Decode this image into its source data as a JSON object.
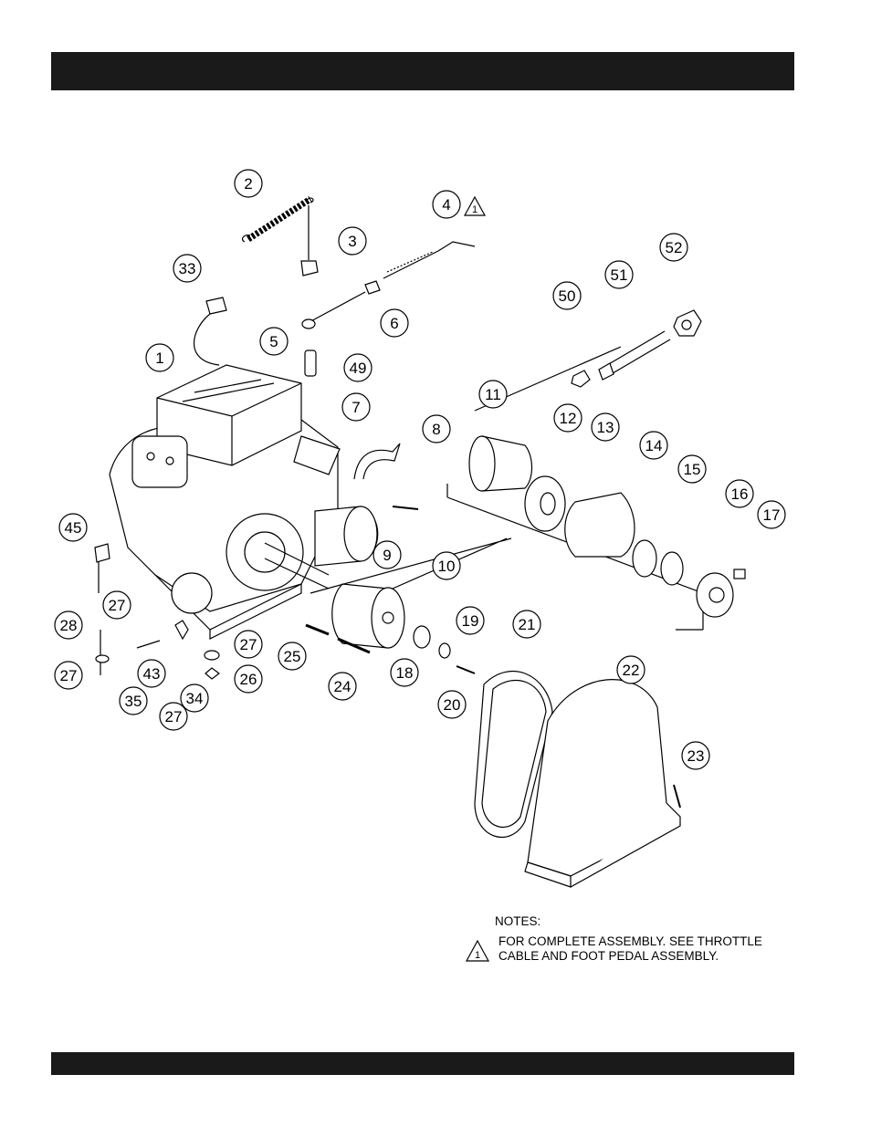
{
  "callouts": [
    "1",
    "2",
    "3",
    "4",
    "5",
    "6",
    "7",
    "8",
    "9",
    "10",
    "11",
    "12",
    "13",
    "14",
    "15",
    "16",
    "17",
    "18",
    "19",
    "20",
    "21",
    "22",
    "23",
    "24",
    "25",
    "26",
    "27",
    "27",
    "27",
    "27",
    "28",
    "33",
    "34",
    "35",
    "43",
    "45",
    "49",
    "50",
    "51",
    "52"
  ],
  "revision_marker": "1",
  "notes": {
    "title": "NOTES:",
    "marker": "1",
    "line1": "FOR COMPLETE ASSEMBLY. SEE THROTTLE",
    "line2": "CABLE AND FOOT PEDAL ASSEMBLY."
  }
}
